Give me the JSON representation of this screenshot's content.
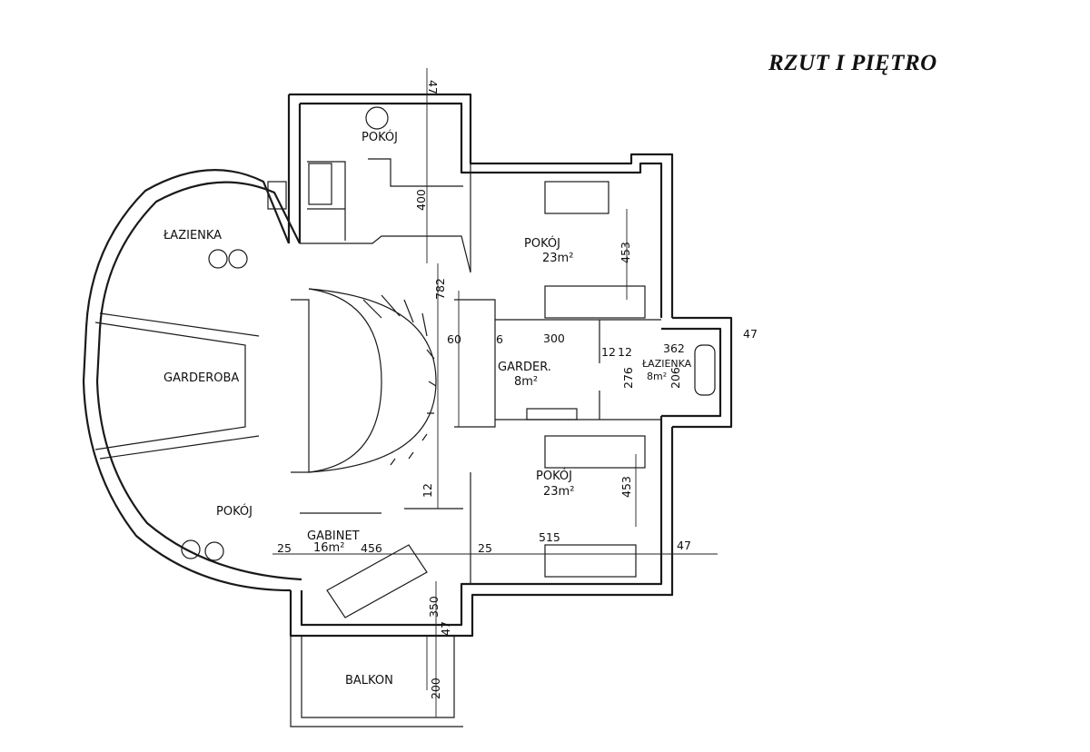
{
  "title": "RZUT I PIĘTRO",
  "rooms": {
    "pokoj_top": "POKÓJ",
    "lazienka_left": "ŁAZIENKA",
    "pokoj_right_top": "POKÓJ",
    "pokoj_right_top_area": "23m²",
    "garderoba": "GARDEROBA",
    "garder": "GARDER.",
    "garder_area": "8m²",
    "lazienka_right": "ŁAZIENKA",
    "lazienka_right_area": "8m²",
    "pokoj_right_bottom": "POKÓJ",
    "pokoj_right_bottom_area": "23m²",
    "pokoj_left": "POKÓJ",
    "gabinet": "GABINET",
    "gabinet_area": "16m²",
    "balkon": "BALKON"
  },
  "dimensions": {
    "d47_top": "47",
    "d400": "400",
    "d453_top": "453",
    "d782": "782",
    "d60": "60",
    "d6": "6",
    "d300": "300",
    "d12a": "12",
    "d12b": "12",
    "d362": "362",
    "d47_right": "47",
    "d276": "276",
    "d206": "206",
    "d12c": "12",
    "d453_bottom": "453",
    "d515": "515",
    "d25_left": "25",
    "d456": "456",
    "d25_mid": "25",
    "d47_right_bottom": "47",
    "d350": "350",
    "d47_bottom": "47",
    "d200": "200"
  }
}
